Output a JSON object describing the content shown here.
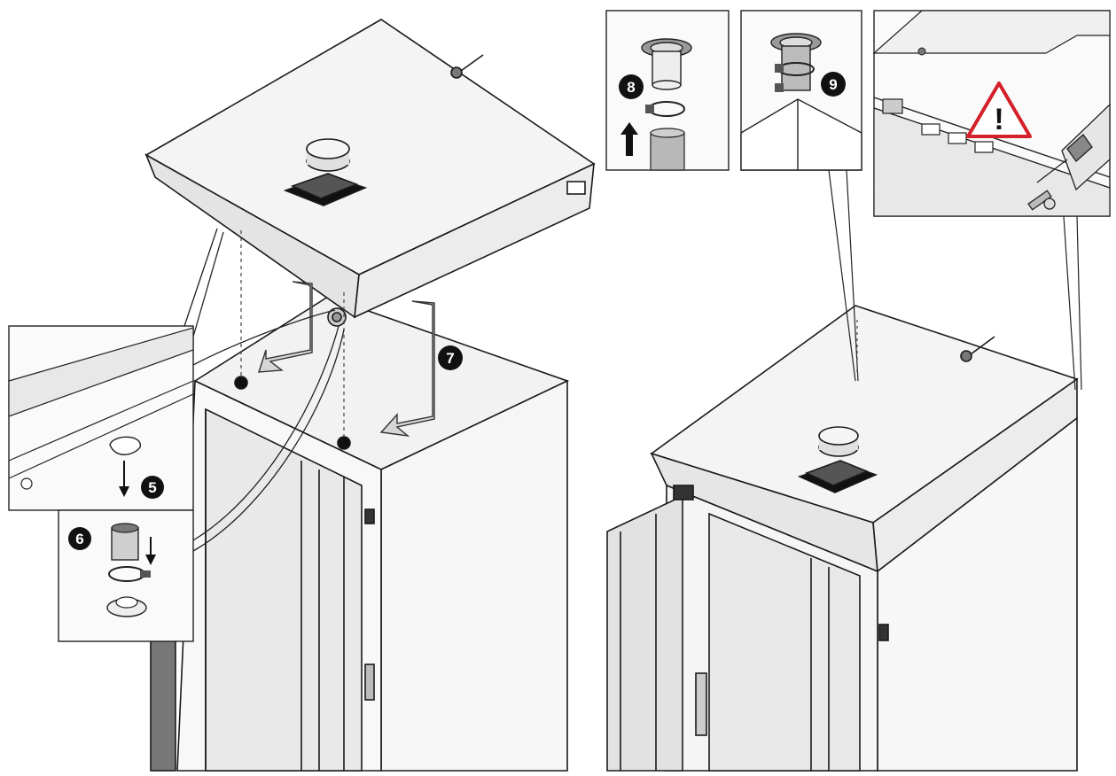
{
  "steps": {
    "s5": "5",
    "s6": "6",
    "s7": "7",
    "s8": "8",
    "s9": "9"
  },
  "warning": {
    "glyph": "!",
    "color": "#d3202a"
  },
  "colors": {
    "line": "#1a1a1a",
    "panel": "#f4f4f4",
    "panel_dark": "#dcdcdc",
    "arrow_fill": "#d6d6d6",
    "gasket": "#111111"
  },
  "icons": [
    "flue-collar-icon",
    "hose-clamp-icon",
    "pipe-icon",
    "drill-icon",
    "screw-icon",
    "gasket-icon",
    "warning-triangle-icon",
    "direction-arrow-icon"
  ]
}
